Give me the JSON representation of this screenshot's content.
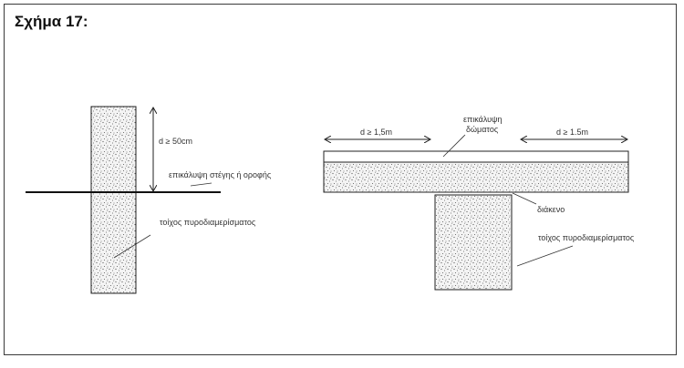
{
  "figure": {
    "title": "Σχήμα 17:"
  },
  "left_diagram": {
    "height_label": "d ≥ 50cm",
    "roof_label": "επικάλυψη στέγης ή οροφής",
    "wall_label": "τοίχος πυροδιαμερίσματος"
  },
  "right_diagram": {
    "left_distance_label": "d ≥ 1,5m",
    "right_distance_label": "d ≥ 1.5m",
    "slab_label_line1": "επικάλυψη",
    "slab_label_line2": "δώματος",
    "gap_label": "διάκενο",
    "wall_label": "τοίχος πυροδιαμερίσματος"
  },
  "colors": {
    "line": "#222222",
    "stipple": "#555555",
    "fill": "#f4f4f4"
  }
}
